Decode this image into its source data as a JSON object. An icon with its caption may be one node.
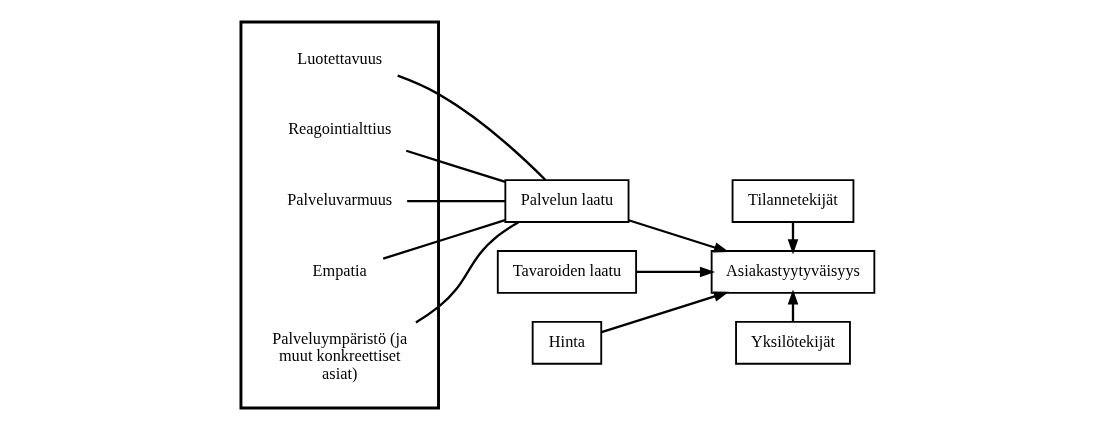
{
  "diagram": {
    "nodes": [
      {
        "text": [],
        "shape": "box"
      },
      {
        "text": [
          "Luotettavuus"
        ],
        "in": 0
      },
      {
        "text": [
          "Reagointialttius"
        ],
        "in": 0
      },
      {
        "text": [
          "Palveluvarmuus"
        ],
        "in": 0
      },
      {
        "text": [
          "Empatia"
        ],
        "in": 0
      },
      {
        "text": [
          "Palveluympäristö (ja muut konkreettiset asiat)"
        ],
        "in": 0
      },
      {
        "text": [
          "Palvelun laatu"
        ]
      },
      {
        "text": [
          "Tavaroiden laatu"
        ]
      },
      {
        "text": [
          "Hinta"
        ]
      },
      {
        "text": [
          "Tilannetekijät"
        ]
      },
      {
        "text": [
          "Asiakastyytyväisyys"
        ]
      },
      {
        "text": [
          "Yksilötekijät"
        ]
      }
    ],
    "edges": [
      {
        "from": 1,
        "to": 6,
        "arrow": "none"
      },
      {
        "from": 2,
        "to": 6,
        "arrow": "none"
      },
      {
        "from": 3,
        "to": 6,
        "arrow": "none"
      },
      {
        "from": 4,
        "to": 6,
        "arrow": "none"
      },
      {
        "from": 5,
        "to": 6,
        "arrow": "none"
      },
      {
        "from": 6,
        "to": 10,
        "arrow": "to"
      },
      {
        "from": 7,
        "to": 10,
        "arrow": "to"
      },
      {
        "from": 8,
        "to": 10,
        "arrow": "to"
      },
      {
        "from": 9,
        "to": 10,
        "arrow": "to"
      },
      {
        "from": 11,
        "to": 10,
        "arrow": "to"
      }
    ]
  }
}
